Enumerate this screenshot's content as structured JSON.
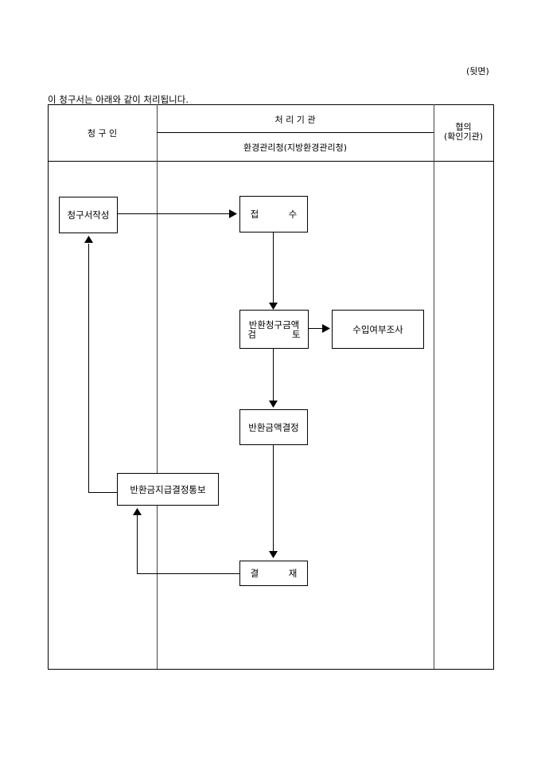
{
  "page_side_label": "(뒷면)",
  "intro_text": "이 청구서는 아래와 같이 처리됩니다.",
  "table": {
    "col_claimant": "청 구 인",
    "col_processing_header": "처   리   기   관",
    "col_processing_sub": "환경관리청(지방환경관리청)",
    "col_consult_line1": "협의",
    "col_consult_line2": "(확인기관)"
  },
  "flow": {
    "write_claim": "청구서작성",
    "receipt": [
      "접",
      "수"
    ],
    "review_line1": "반환청구금액",
    "review_line2": [
      "검",
      "토"
    ],
    "import_check": "수입여부조사",
    "decide_amount": "반환금액결정",
    "notify_payment": "반환금지급결정통보",
    "approval": [
      "결",
      "재"
    ]
  }
}
